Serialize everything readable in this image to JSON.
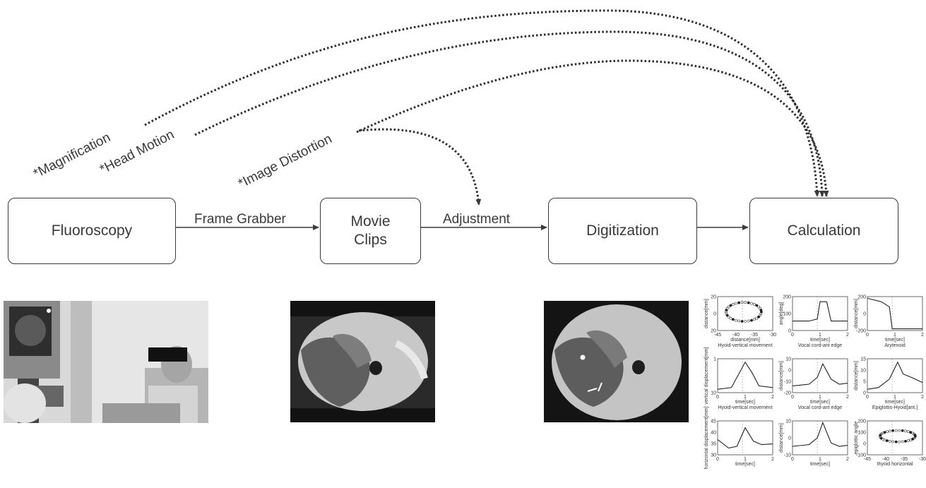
{
  "boxes": {
    "fluoroscopy": "Fluoroscopy",
    "movie_clips_line1": "Movie",
    "movie_clips_line2": "Clips",
    "digitization": "Digitization",
    "calculation": "Calculation"
  },
  "edges": {
    "frame_grabber": "Frame Grabber",
    "adjustment": "Adjustment"
  },
  "factors": {
    "magnification": "*Magnification",
    "head_motion": "*Head Motion",
    "image_distortion": "*Image Distortion"
  },
  "plots": [
    {
      "ylabel": "distance[mm]",
      "xlabel": "distance[mm]",
      "title": "Hyoid-vertical movement",
      "xticks": [
        "-45",
        "-40",
        "-35",
        "-30"
      ],
      "yticks": [
        "20",
        "0",
        "20"
      ]
    },
    {
      "ylabel": "angle[deg]",
      "xlabel": "time[sec]",
      "title": "Vocal cord-ant edge",
      "xticks": [
        "0",
        "1",
        "2"
      ],
      "yticks": [
        "200",
        "100",
        "0"
      ]
    },
    {
      "ylabel": "distance[mm]",
      "xlabel": "time[sec]",
      "title": "Arytenoid",
      "xticks": [
        "0",
        "1",
        "2"
      ],
      "yticks": [
        "200",
        "0",
        "-200"
      ]
    },
    {
      "ylabel": "vertical displacement[mm]",
      "xlabel": "time[sec]",
      "title": "Hyoid-vertical movement",
      "xticks": [
        "0",
        "1",
        "2"
      ],
      "yticks": [
        "1",
        "10"
      ]
    },
    {
      "ylabel": "distance[mm]",
      "xlabel": "time[sec]",
      "title": "Vocal cord-ant edge",
      "xticks": [
        "0",
        "1",
        "2"
      ],
      "yticks": [
        "10",
        "0",
        "-10",
        "-20"
      ]
    },
    {
      "ylabel": "distance[mm]",
      "xlabel": "time[sec]",
      "title": "Epiglottis-Hyoid[ant.]",
      "xticks": [
        "0",
        "1",
        "2"
      ],
      "yticks": [
        "15",
        "10",
        "5",
        "0"
      ]
    },
    {
      "ylabel": "horizontal displacement[mm]",
      "xlabel": "time[sec]",
      "title": "",
      "xticks": [
        "0",
        "1",
        "2"
      ],
      "yticks": [
        "45",
        "40",
        "35",
        "30"
      ]
    },
    {
      "ylabel": "distance[mm]",
      "xlabel": "time[sec]",
      "title": "",
      "xticks": [
        "0",
        "1",
        "2"
      ],
      "yticks": [
        "10",
        "0",
        "-10"
      ]
    },
    {
      "ylabel": "epiglottic angle",
      "xlabel": "thyoid horizontal",
      "title": "",
      "xticks": [
        "-45",
        "-40",
        "-35",
        "-30"
      ],
      "yticks": [
        "200",
        "100",
        "0",
        "-100"
      ]
    }
  ]
}
